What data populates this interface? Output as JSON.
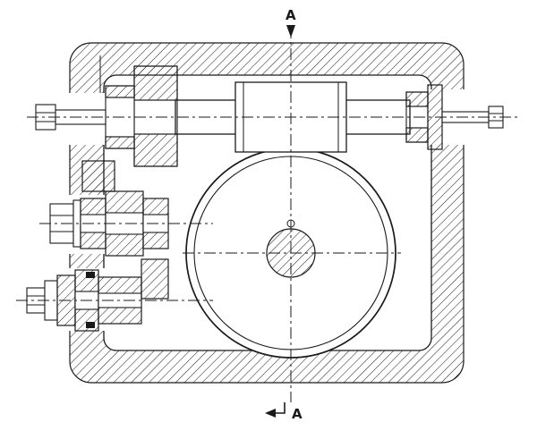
{
  "drawing": {
    "kind": "technical-section-drawing",
    "section_labels": {
      "top": "A",
      "bottom": "A"
    },
    "colors": {
      "line": "#1a1a1a",
      "background": "#ffffff"
    },
    "parts": [
      "housing-wall",
      "top-shaft",
      "shaft-coupling",
      "left-gear-stack",
      "left-bolt",
      "right-bearing",
      "right-end-cap",
      "right-bolt",
      "middle-shaft-assembly",
      "middle-hex-bolt",
      "lower-shaft-assembly",
      "lower-socket-bolt",
      "gear-wheel",
      "gear-rim",
      "center-hub"
    ]
  }
}
